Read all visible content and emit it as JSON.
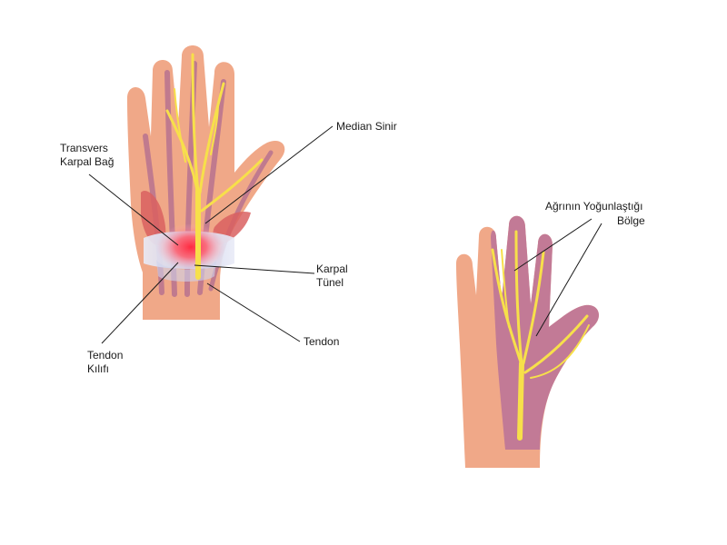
{
  "colors": {
    "skin": "#f0a888",
    "skin_dark": "#e89a7a",
    "nerve": "#f7e04a",
    "tendon": "#c07a8e",
    "pain_zone": "#c27a96",
    "muscle": "#d96060",
    "ligament": "#d8dcef",
    "inflammation": "#ff3b4e"
  },
  "left_diagram": {
    "labels": {
      "transverse_line1": "Transvers",
      "transverse_line2": "Karpal Bağ",
      "median": "Median Sinir",
      "carpal_line1": "Karpal",
      "carpal_line2": "Tünel",
      "tendon": "Tendon",
      "sheath_line1": "Tendon",
      "sheath_line2": "Kılıfı"
    }
  },
  "right_diagram": {
    "labels": {
      "pain_line1": "Ağrının Yoğunlaştığı",
      "pain_line2": "Bölge"
    }
  }
}
